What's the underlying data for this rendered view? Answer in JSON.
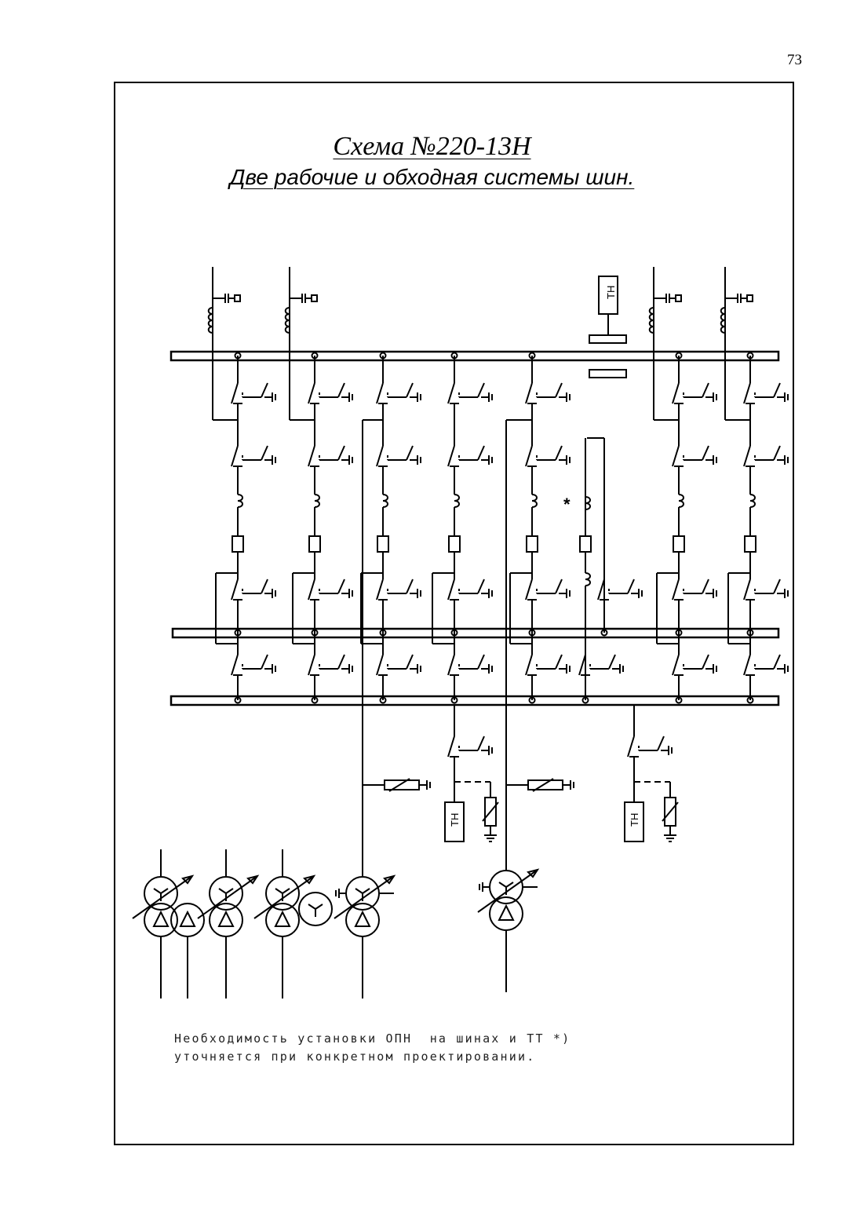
{
  "page": {
    "number": "73"
  },
  "heading": {
    "title": "Схема №220-13Н",
    "subtitle": "Две рабочие и обходная системы шин."
  },
  "diagram": {
    "tn_label": "ТН",
    "asterisk": "*"
  },
  "note": {
    "line1": "Необходимость установки ОПН  на шинах и ТТ *)",
    "line2": "уточняется при конкретном проектировании."
  }
}
